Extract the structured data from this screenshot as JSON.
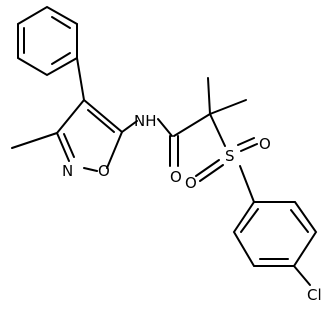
{
  "atoms": {
    "nh": "NH",
    "o_carbonyl": "O",
    "s": "S",
    "o_sulfonyl_left": "O",
    "o_sulfonyl_right": "O",
    "n_ring": "N",
    "o_ring": "O",
    "cl": "Cl"
  },
  "colors": {
    "bond": "#000000",
    "label": "#000000",
    "background": "#ffffff"
  }
}
